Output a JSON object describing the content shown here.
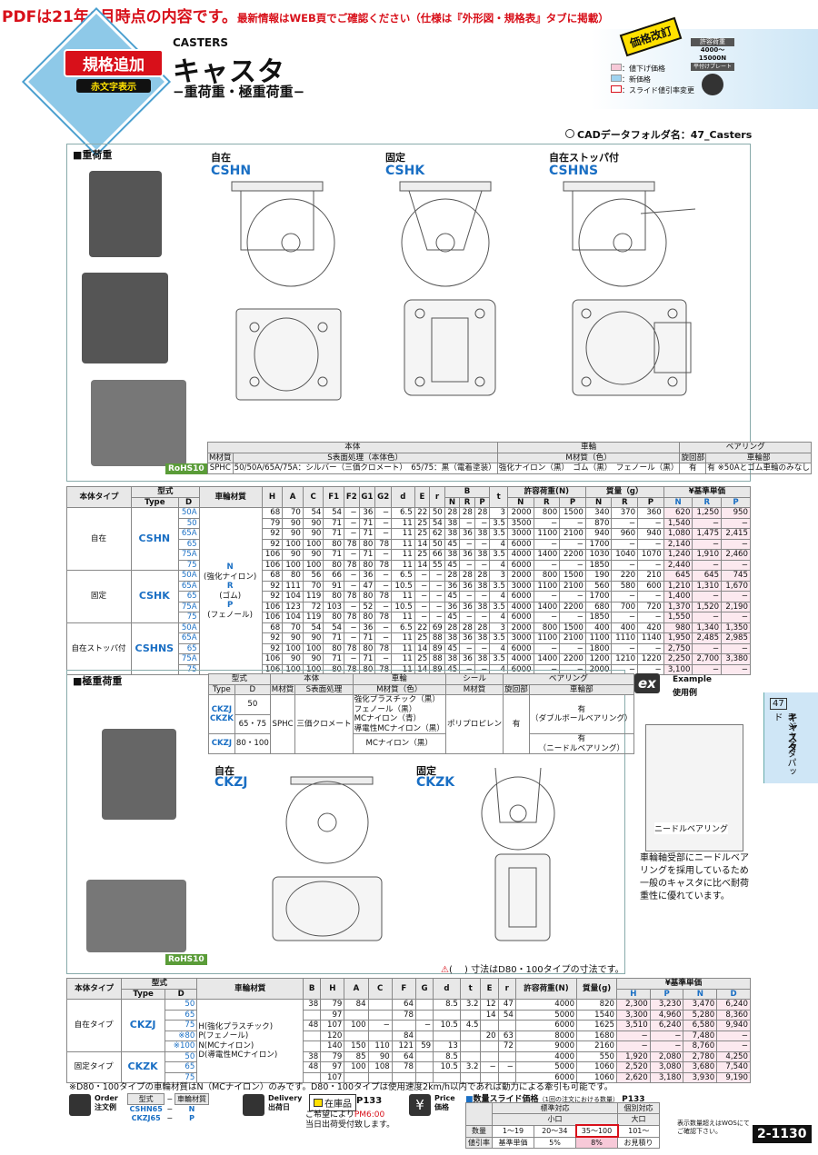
{
  "banner": {
    "pdf_notice": "PDFは21年6月時点の内容です。",
    "latest": "最新情報はWEB頁でご確認ください（仕様は『外形図・規格表』タブに掲載）"
  },
  "header": {
    "badge_line1": "規格追加",
    "badge_line2": "赤文字表示",
    "en": "CASTERS",
    "title": "キャスタ",
    "subtitle": "−重荷重・極重荷重−",
    "price_revised": "価格改訂",
    "legend1": "：値下げ価格",
    "legend2": "：新価格",
    "legend3": "：スライド値引率変更",
    "load_range1": "許容荷重",
    "load_range2": "4000〜",
    "load_range3": "15000N",
    "plate": "平付けプレート"
  },
  "cad": "CADデータフォルダ名：47_Casters",
  "sec1": {
    "title": "■重荷重",
    "rohs": "RoHS10",
    "type1_jp": "自在",
    "type1": "CSHN",
    "type2_jp": "固定",
    "type2": "CSHK",
    "type3_jp": "自在ストッパ付",
    "type3": "CSHNS"
  },
  "mat1": {
    "h_body": "本体",
    "h_wheel": "車輪",
    "h_bearing": "ベアリング",
    "h_mat": "M材質",
    "h_surface": "S表面処理（本体色）",
    "h_wmat": "M材質（色）",
    "h_rot": "旋回部",
    "h_wheelpart": "車輪部",
    "c1": "SPHC",
    "c2": "50/50A/65A/75A：シルバー（三価クロメート）　65/75：黒（電着塗装）",
    "c3": "強化ナイロン（黒）　ゴム（黒）　フェノール（黒）",
    "c4": "有",
    "c5": "有 ※50Aとゴム車輪のみなし"
  },
  "t1": {
    "head": {
      "bodytype": "本体タイプ",
      "type": "型式",
      "type_en": "Type",
      "d": "D",
      "wmat": "車輪材質",
      "cols": [
        "H",
        "A",
        "C",
        "F1",
        "F2",
        "G1",
        "G2",
        "d",
        "E",
        "r"
      ],
      "b": "B",
      "bn": "N",
      "br": "R",
      "bp": "P",
      "t": "t",
      "load": "許容荷重(N)",
      "mass": "質量（g）",
      "price": "¥基準単価",
      "n": "N",
      "rr": "R",
      "p": "P"
    },
    "wmat_text": [
      "N",
      "(強化ナイロン)",
      "R",
      "(ゴム)",
      "P",
      "(フェノール)"
    ],
    "groups": [
      {
        "type_jp": "自在",
        "type": "CSHN",
        "rows": [
          [
            "50A",
            "68",
            "70",
            "54",
            "54",
            "−",
            "36",
            "−",
            "6.5",
            "22",
            "50",
            "28",
            "28",
            "28",
            "3",
            "2000",
            "800",
            "1500",
            "340",
            "370",
            "360",
            "620",
            "1,250",
            "950"
          ],
          [
            "50",
            "79",
            "90",
            "90",
            "71",
            "−",
            "71",
            "−",
            "11",
            "25",
            "54",
            "38",
            "−",
            "−",
            "3.5",
            "3500",
            "−",
            "−",
            "870",
            "−",
            "−",
            "1,540",
            "−",
            "−"
          ],
          [
            "65A",
            "92",
            "90",
            "90",
            "71",
            "−",
            "71",
            "−",
            "11",
            "25",
            "62",
            "38",
            "36",
            "38",
            "3.5",
            "3000",
            "1100",
            "2100",
            "940",
            "960",
            "940",
            "1,080",
            "1,475",
            "2,415"
          ],
          [
            "65",
            "92",
            "100",
            "100",
            "80",
            "78",
            "80",
            "78",
            "11",
            "14",
            "50",
            "45",
            "−",
            "−",
            "4",
            "6000",
            "−",
            "−",
            "1700",
            "−",
            "−",
            "2,140",
            "−",
            "−"
          ],
          [
            "75A",
            "106",
            "90",
            "90",
            "71",
            "−",
            "71",
            "−",
            "11",
            "25",
            "66",
            "38",
            "36",
            "38",
            "3.5",
            "4000",
            "1400",
            "2200",
            "1030",
            "1040",
            "1070",
            "1,240",
            "1,910",
            "2,460"
          ],
          [
            "75",
            "106",
            "100",
            "100",
            "80",
            "78",
            "80",
            "78",
            "11",
            "14",
            "55",
            "45",
            "−",
            "−",
            "4",
            "6000",
            "−",
            "−",
            "1850",
            "−",
            "−",
            "2,440",
            "−",
            "−"
          ]
        ]
      },
      {
        "type_jp": "固定",
        "type": "CSHK",
        "rows": [
          [
            "50A",
            "68",
            "80",
            "56",
            "66",
            "−",
            "36",
            "−",
            "6.5",
            "−",
            "−",
            "28",
            "28",
            "28",
            "3",
            "2000",
            "800",
            "1500",
            "190",
            "220",
            "210",
            "645",
            "645",
            "745"
          ],
          [
            "65A",
            "92",
            "111",
            "70",
            "91",
            "−",
            "47",
            "−",
            "10.5",
            "−",
            "−",
            "36",
            "36",
            "38",
            "3.5",
            "3000",
            "1100",
            "2100",
            "560",
            "580",
            "600",
            "1,210",
            "1,310",
            "1,670"
          ],
          [
            "65",
            "92",
            "104",
            "119",
            "80",
            "78",
            "80",
            "78",
            "11",
            "−",
            "−",
            "45",
            "−",
            "−",
            "4",
            "6000",
            "−",
            "−",
            "1700",
            "−",
            "−",
            "1,400",
            "−",
            "−"
          ],
          [
            "75A",
            "106",
            "123",
            "72",
            "103",
            "−",
            "52",
            "−",
            "10.5",
            "−",
            "−",
            "36",
            "36",
            "38",
            "3.5",
            "4000",
            "1400",
            "2200",
            "680",
            "700",
            "720",
            "1,370",
            "1,520",
            "2,190"
          ],
          [
            "75",
            "106",
            "104",
            "119",
            "80",
            "78",
            "80",
            "78",
            "11",
            "−",
            "−",
            "45",
            "−",
            "−",
            "4",
            "6000",
            "−",
            "−",
            "1850",
            "−",
            "−",
            "1,550",
            "−",
            "−"
          ]
        ]
      },
      {
        "type_jp": "自在ストッパ付",
        "type": "CSHNS",
        "rows": [
          [
            "50A",
            "68",
            "70",
            "54",
            "54",
            "−",
            "36",
            "−",
            "6.5",
            "22",
            "69",
            "28",
            "28",
            "28",
            "3",
            "2000",
            "800",
            "1500",
            "400",
            "400",
            "420",
            "980",
            "1,340",
            "1,350"
          ],
          [
            "65A",
            "92",
            "90",
            "90",
            "71",
            "−",
            "71",
            "−",
            "11",
            "25",
            "88",
            "38",
            "36",
            "38",
            "3.5",
            "3000",
            "1100",
            "2100",
            "1100",
            "1110",
            "1140",
            "1,950",
            "2,485",
            "2,985"
          ],
          [
            "65",
            "92",
            "100",
            "100",
            "80",
            "78",
            "80",
            "78",
            "11",
            "14",
            "89",
            "45",
            "−",
            "−",
            "4",
            "6000",
            "−",
            "−",
            "1800",
            "−",
            "−",
            "2,750",
            "−",
            "−"
          ],
          [
            "75A",
            "106",
            "90",
            "90",
            "71",
            "−",
            "71",
            "−",
            "11",
            "25",
            "88",
            "38",
            "36",
            "38",
            "3.5",
            "4000",
            "1400",
            "2200",
            "1200",
            "1210",
            "1220",
            "2,250",
            "2,700",
            "3,380"
          ],
          [
            "75",
            "106",
            "100",
            "100",
            "80",
            "78",
            "80",
            "78",
            "11",
            "14",
            "89",
            "45",
            "−",
            "−",
            "4",
            "6000",
            "−",
            "−",
            "2000",
            "−",
            "−",
            "3,100",
            "−",
            "−"
          ]
        ]
      }
    ]
  },
  "sec2": {
    "title": "■極重荷重",
    "rohs": "RoHS10",
    "type1_jp": "自在",
    "type1": "CKZJ",
    "type2_jp": "固定",
    "type2": "CKZK",
    "note": "( 　) 寸法はD80・100タイプの寸法です。"
  },
  "mat2": {
    "h_type": "型式",
    "h_typeen": "Type",
    "h_d": "D",
    "h_body": "本体",
    "h_mat": "M材質",
    "h_surface": "S表面処理",
    "h_wheel": "車輪",
    "h_wmat": "M材質（色）",
    "h_seal": "シール",
    "h_sealmat": "M材質",
    "h_bearing": "ベアリング",
    "h_rot": "旋回部",
    "h_wheelpart": "車輪部",
    "r1a": "CKZJ",
    "r1b": "CKZK",
    "r1d": "50",
    "r2d": "65・75",
    "r3a": "CKZJ",
    "r3d": "80・100",
    "mat": "SPHC",
    "surf": "三価クロメート",
    "w1": "強化プラスチック（黒）",
    "w2": "フェノール（黒）",
    "w3": "MCナイロン（青）",
    "w4": "導電性MCナイロン（黒）",
    "w5": "MCナイロン（黒）",
    "seal": "ポリプロピレン",
    "rot": "有",
    "b1": "有",
    "b2": "（ダブルボールベアリング）",
    "b3": "有",
    "b4": "（ニードルベアリング）"
  },
  "example": {
    "tag": "ex",
    "title": "Example",
    "sub": "使用例",
    "needle": "ニードルベアリング",
    "desc": "車輪軸受部にニードルベアリングを採用しているため一般のキャスタに比べ耐荷重性に優れています。"
  },
  "t2": {
    "head": {
      "bodytype": "本体タイプ",
      "type": "型式",
      "type_en": "Type",
      "d": "D",
      "wmat": "車輪材質",
      "cols": [
        "B",
        "H",
        "A",
        "C",
        "F",
        "G",
        "d",
        "t",
        "E",
        "r"
      ],
      "load": "許容荷重(N)",
      "mass": "質量(g)",
      "price": "¥基準単価",
      "h": "H",
      "p": "P",
      "n": "N",
      "dd": "D"
    },
    "wmat_text": [
      "H(強化プラスチック)",
      "P(フェノール)",
      "N(MCナイロン)",
      "D(導電性MCナイロン)"
    ],
    "groups": [
      {
        "type_jp": "自在タイプ",
        "type": "CKZJ",
        "rows": [
          [
            "50",
            "38",
            "79",
            "84",
            "",
            "64",
            "",
            "8.5",
            "3.2",
            "12",
            "47",
            "4000",
            "820",
            "2,300",
            "3,230",
            "3,470",
            "6,240"
          ],
          [
            "65",
            "",
            "97",
            "",
            "",
            "78",
            "",
            "",
            "",
            "14",
            "54",
            "5000",
            "1540",
            "3,300",
            "4,960",
            "5,280",
            "8,360"
          ],
          [
            "75",
            "48",
            "107",
            "100",
            "−",
            "",
            "−",
            "10.5",
            "4.5",
            "",
            "",
            "6000",
            "1625",
            "3,510",
            "6,240",
            "6,580",
            "9,940"
          ],
          [
            "※80",
            "",
            "120",
            "",
            "",
            "84",
            "",
            "",
            "",
            "20",
            "63",
            "8000",
            "1680",
            "−",
            "−",
            "7,480",
            "−"
          ],
          [
            "※100",
            "",
            "140",
            "150",
            "110",
            "121",
            "59",
            "13",
            "",
            "",
            "72",
            "9000",
            "2160",
            "−",
            "−",
            "8,760",
            "−"
          ]
        ]
      },
      {
        "type_jp": "固定タイプ",
        "type": "CKZK",
        "rows": [
          [
            "50",
            "38",
            "79",
            "85",
            "90",
            "64",
            "",
            "8.5",
            "",
            "",
            "",
            "4000",
            "550",
            "1,920",
            "2,080",
            "2,780",
            "4,250"
          ],
          [
            "65",
            "48",
            "97",
            "100",
            "108",
            "78",
            "",
            "10.5",
            "3.2",
            "−",
            "−",
            "5000",
            "1060",
            "2,520",
            "3,080",
            "3,680",
            "7,540"
          ],
          [
            "75",
            "",
            "107",
            "",
            "",
            "",
            "",
            "",
            "",
            "",
            "",
            "6000",
            "1060",
            "2,620",
            "3,180",
            "3,930",
            "9,190"
          ]
        ]
      }
    ]
  },
  "footnote": "※D80・100タイプの車輪材質はN（MCナイロン）のみです。D80・100タイプは使用速度2km/h以内であれば動力による牽引も可能です。",
  "order": {
    "label": "Order",
    "label_jp": "注文例",
    "h1": "型式",
    "h2": "車輪材質",
    "l1a": "CSHN65",
    "l1b": "N",
    "l2a": "CKZJ65",
    "l2b": "P",
    "sep": "−"
  },
  "delivery": {
    "label": "Delivery",
    "label_jp": "出荷日",
    "stock": "在庫品",
    "page": "P133",
    "note1": "ご希望により",
    "note2": "当日出荷受付致します。",
    "note_pm": "PM6:00"
  },
  "price": {
    "label": "Price",
    "label_jp": "価格"
  },
  "slide": {
    "title": "数量スライド価格",
    "sub": "（1回の注文における数量）",
    "page": "P133",
    "std": "標準対応",
    "small": "小口",
    "ind": "個別対応",
    "large": "大口",
    "qty": "数量",
    "disc": "値引率",
    "q1": "1〜19",
    "q2": "20〜34",
    "q3": "35〜100",
    "q4": "101〜",
    "d1": "基準単価",
    "d2": "5%",
    "d3": "8%",
    "d4": "お見積り",
    "note": "表示数量超えはWOSにてご確認下さい。"
  },
  "side": {
    "num": "47",
    "t1": "キャスタ",
    "t2": "アジャスタパッド"
  },
  "page_no": "2-1130"
}
